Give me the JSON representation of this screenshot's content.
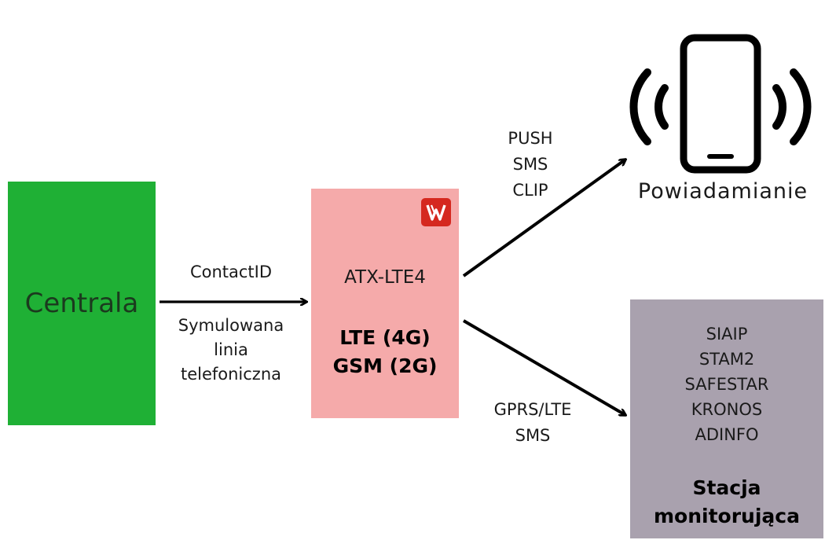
{
  "centrala": {
    "label": "Centrala",
    "color": "#1fb035"
  },
  "link_left": {
    "protocol": "ContactID",
    "line_1": "Symulowana",
    "line_2": "linia",
    "line_3": "telefoniczna"
  },
  "atx": {
    "name": "ATX-LTE4",
    "tech_1": "LTE (4G)",
    "tech_2": "GSM (2G)",
    "color": "#f5aaaa",
    "logo_icon": "brand-logo-icon",
    "logo_color": "#d5281f"
  },
  "link_top": {
    "line_1": "PUSH",
    "line_2": "SMS",
    "line_3": "CLIP"
  },
  "notification": {
    "label": "Powiadamianie",
    "icon": "smartphone-signal-icon"
  },
  "link_bottom": {
    "line_1": "GPRS/LTE",
    "line_2": "SMS"
  },
  "monitoring": {
    "protocols": [
      "SIAIP",
      "STAM2",
      "SAFESTAR",
      "KRONOS",
      "ADINFO"
    ],
    "title_1": "Stacja",
    "title_2": "monitorująca",
    "color": "#a9a1ae"
  }
}
